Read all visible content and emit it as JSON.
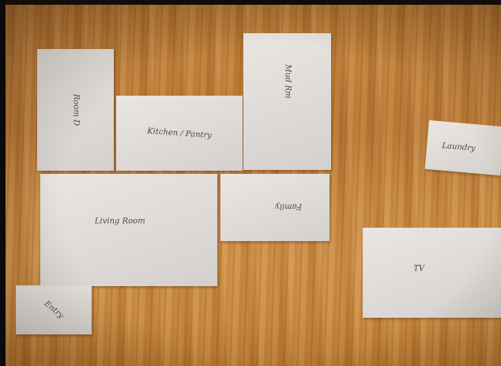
{
  "cards": {
    "room_d": {
      "label": "Room D"
    },
    "kitchen": {
      "label": "Kitchen / Pantry"
    },
    "mud_room": {
      "label": "Mud Rm"
    },
    "laundry": {
      "label": "Laundry"
    },
    "living_room": {
      "label": "Living Room"
    },
    "family": {
      "label": "Family"
    },
    "tv": {
      "label": "TV"
    },
    "entry": {
      "label": "Entry"
    }
  }
}
